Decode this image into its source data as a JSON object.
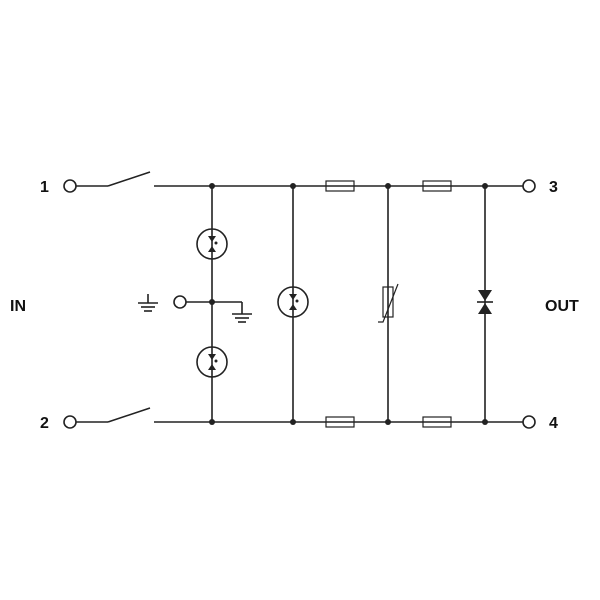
{
  "terminals": {
    "t1": "1",
    "t2": "2",
    "t3": "3",
    "t4": "4"
  },
  "side_labels": {
    "input": "IN",
    "output": "OUT"
  },
  "colors": {
    "line": "#222222",
    "background": "#ffffff"
  }
}
